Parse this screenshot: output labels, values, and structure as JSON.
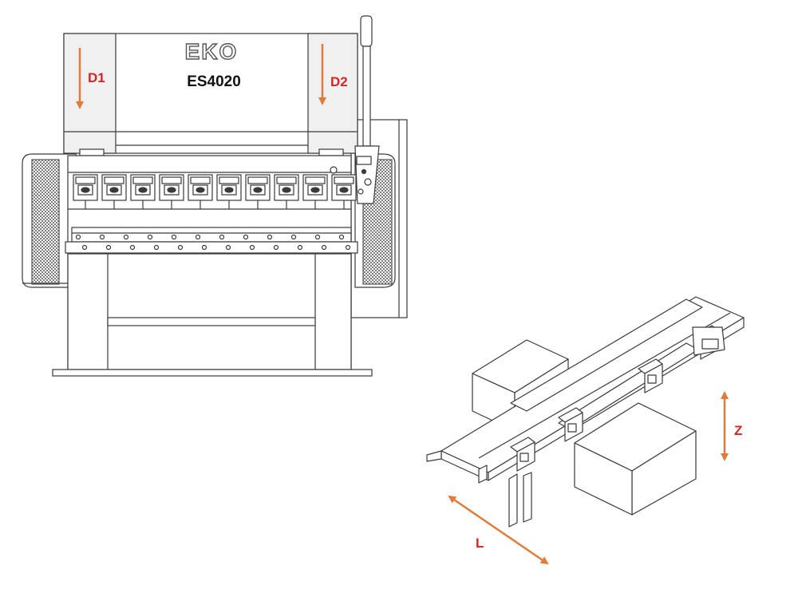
{
  "machine": {
    "brand": "EKO",
    "model": "ES4020"
  },
  "axes": {
    "d1": "D1",
    "d2": "D2",
    "z": "Z",
    "l": "L"
  },
  "colors": {
    "line": "#3a3a3a",
    "arrow": "#e07b39",
    "label": "#d72322",
    "panel_fill": "#f0f0f0",
    "mesh_fill": "#8a8a8a",
    "model_text": "#111111"
  }
}
